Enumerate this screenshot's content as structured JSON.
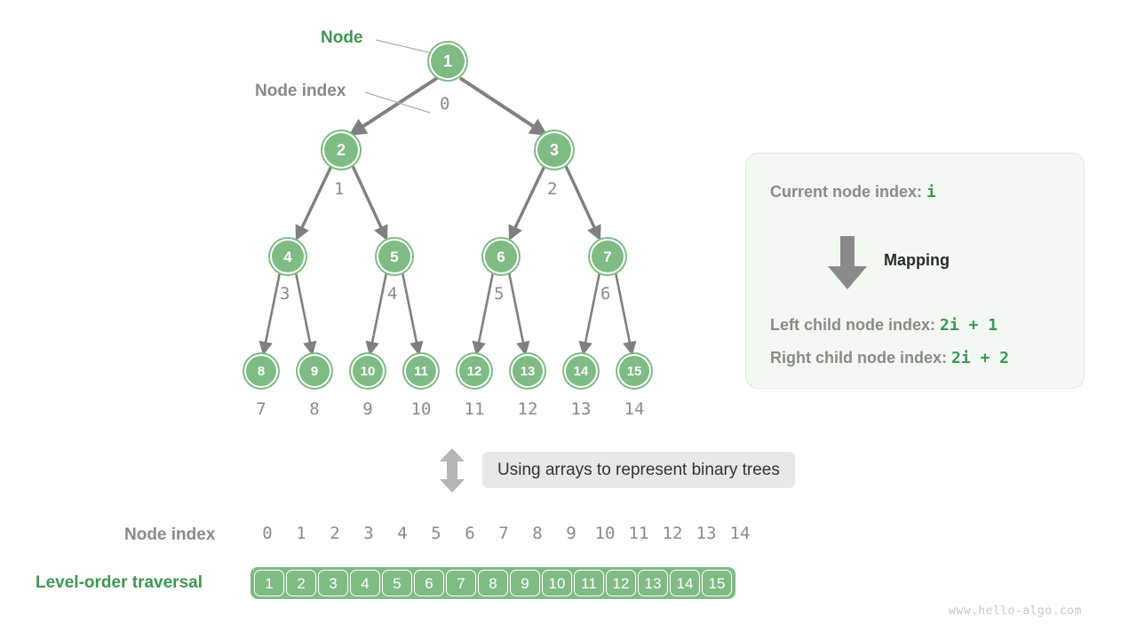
{
  "callouts": {
    "node_label": "Node",
    "node_index_label": "Node index"
  },
  "tree": {
    "levels": [
      {
        "level": 0,
        "nodes": [
          {
            "value": "1",
            "index": "0"
          }
        ]
      },
      {
        "level": 1,
        "nodes": [
          {
            "value": "2",
            "index": "1"
          },
          {
            "value": "3",
            "index": "2"
          }
        ]
      },
      {
        "level": 2,
        "nodes": [
          {
            "value": "4",
            "index": "3"
          },
          {
            "value": "5",
            "index": "4"
          },
          {
            "value": "6",
            "index": "5"
          },
          {
            "value": "7",
            "index": "6"
          }
        ]
      },
      {
        "level": 3,
        "nodes": [
          {
            "value": "8",
            "index": "7"
          },
          {
            "value": "9",
            "index": "8"
          },
          {
            "value": "10",
            "index": "9"
          },
          {
            "value": "11",
            "index": "10"
          },
          {
            "value": "12",
            "index": "11"
          },
          {
            "value": "13",
            "index": "12"
          },
          {
            "value": "14",
            "index": "13"
          },
          {
            "value": "15",
            "index": "14"
          }
        ]
      }
    ]
  },
  "infobox": {
    "current_label": "Current node index: ",
    "current_value": "i",
    "mapping_label": "Mapping",
    "left_label": "Left child node index: ",
    "left_value": "2i + 1",
    "right_label": "Right child node index: ",
    "right_value": "2i + 2"
  },
  "caption": {
    "text": "Using arrays to represent binary trees"
  },
  "array": {
    "index_label": "Node index",
    "order_label": "Level-order traversal",
    "indices": [
      "0",
      "1",
      "2",
      "3",
      "4",
      "5",
      "6",
      "7",
      "8",
      "9",
      "10",
      "11",
      "12",
      "13",
      "14"
    ],
    "values": [
      "1",
      "2",
      "3",
      "4",
      "5",
      "6",
      "7",
      "8",
      "9",
      "10",
      "11",
      "12",
      "13",
      "14",
      "15"
    ]
  },
  "watermark": "www.hello-algo.com",
  "colors": {
    "node_green": "#7fbb85",
    "accent_green": "#3e9655",
    "gray_text": "#8a8a8a",
    "edge_gray": "#808080",
    "panel_bg": "#f3f8f3",
    "caption_bg": "#e8e8e8"
  }
}
